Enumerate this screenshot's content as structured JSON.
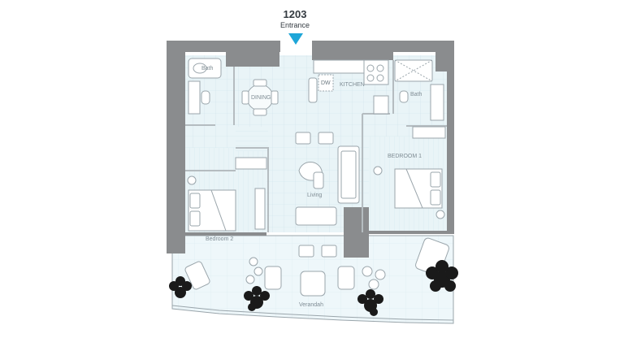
{
  "unit": {
    "number": "1203",
    "entrance_label": "Entrance"
  },
  "rooms": {
    "bath_left": "Bath",
    "dining": "DINING",
    "kitchen": "KITCHEN",
    "dishwasher": "DW",
    "bath_right": "Bath",
    "bedroom_1": "BEDROOM 1",
    "living": "Living",
    "bedroom_2": "Bedroom 2",
    "verandah": "Verandah"
  },
  "colors": {
    "wall": "#8a8c8e",
    "floor": "#e9f4f7",
    "floor_line": "#cfe3ea",
    "fixture": "#9aa5ab",
    "arrow": "#1ea6d8",
    "tree": "#1a1a1a"
  }
}
